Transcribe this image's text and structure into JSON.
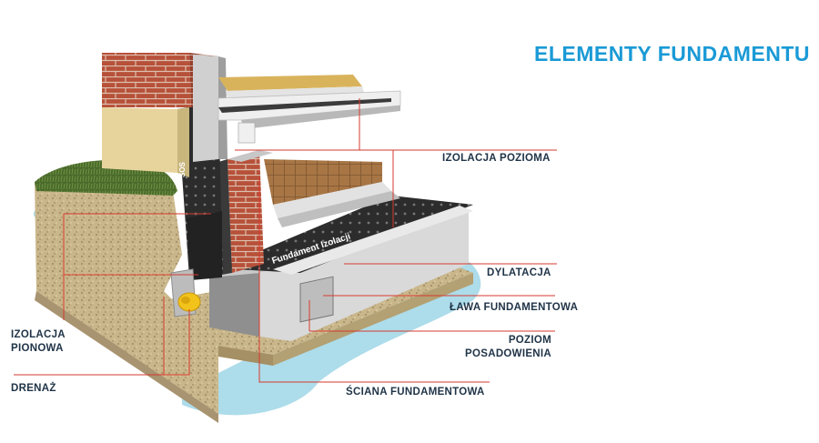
{
  "title": "ELEMENTY FUNDAMENTU",
  "colors": {
    "title": "#1a9ad6",
    "label": "#1f3347",
    "leader_line": "#d63a2f",
    "water": "#9fd6e6"
  },
  "labels": {
    "izolacja_pozioma": "IZOLACJA POZIOMA",
    "dylatacja": "DYLATACJA",
    "lawa_fundamentowa": "ŁAWA FUNDAMENTOWA",
    "poziom_posadowienia": [
      "POZIOM",
      "POSADOWIENIA"
    ],
    "izolacja_pionowa": [
      "IZOLACJA",
      "PIONOWA"
    ],
    "drenaz": "DRENAŻ",
    "sciana_fundamentowa": "ŚCIANA FUNDAMENTOWA"
  },
  "membrane_text": [
    "Fundament Izolacji",
    "SOS"
  ]
}
